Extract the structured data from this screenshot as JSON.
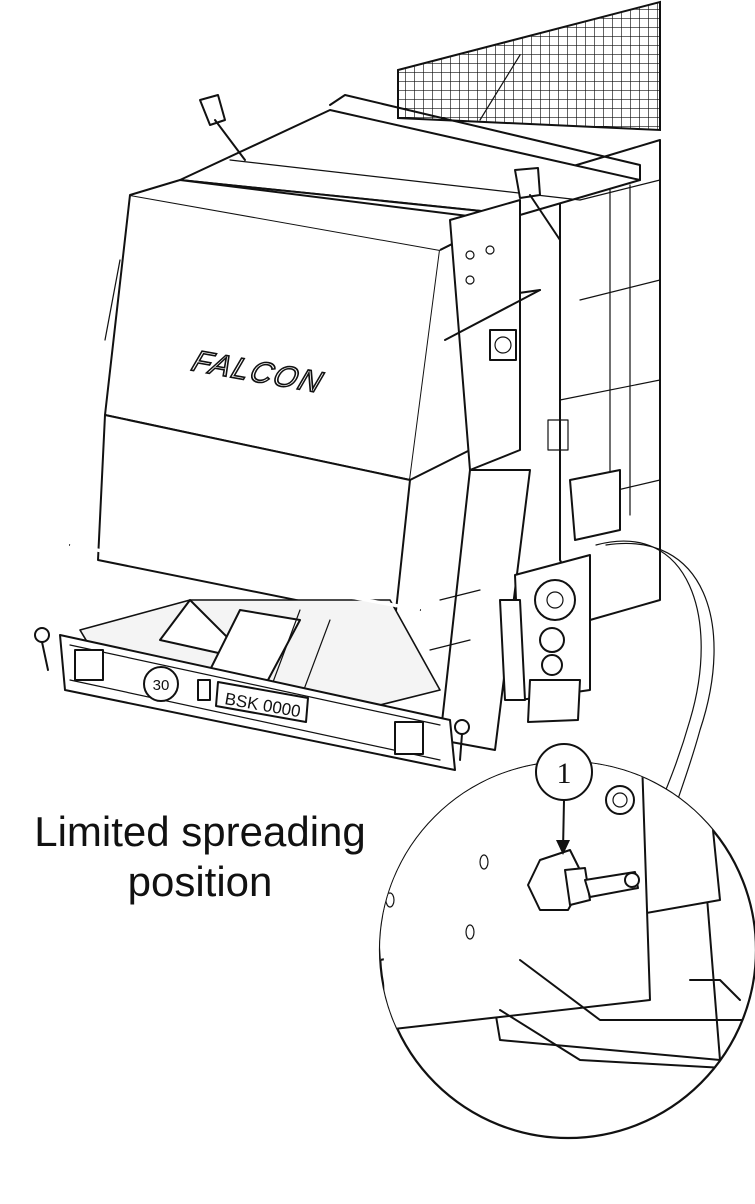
{
  "figure": {
    "brand_label": "FALCON",
    "speed_sign": "30",
    "license_plate": "BSK 0000",
    "caption_line1": "Limited spreading",
    "caption_line2": "position",
    "callout_number": "1"
  }
}
